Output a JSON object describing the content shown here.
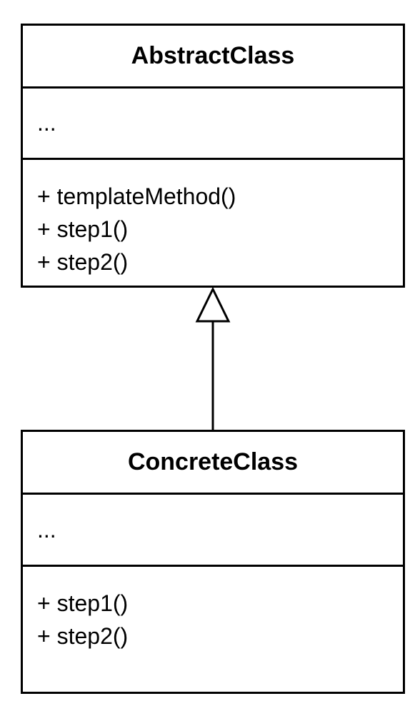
{
  "diagram": {
    "type": "uml-class-diagram",
    "relationship": "generalization",
    "classes": [
      {
        "name": "AbstractClass",
        "attributes": [
          "..."
        ],
        "operations": [
          "+ templateMethod()",
          "+ step1()",
          "+ step2()"
        ]
      },
      {
        "name": "ConcreteClass",
        "attributes": [
          "..."
        ],
        "operations": [
          "+ step1()",
          "+ step2()"
        ]
      }
    ]
  },
  "colors": {
    "stroke": "#000000",
    "fill": "#ffffff"
  }
}
